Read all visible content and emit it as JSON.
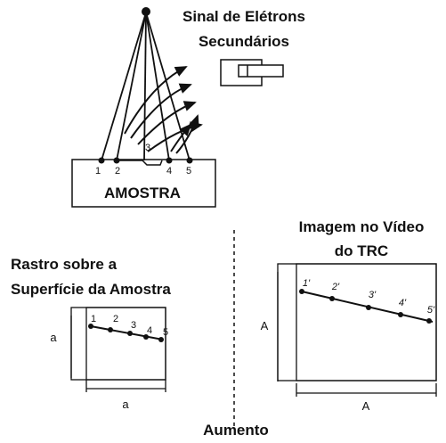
{
  "diagram": {
    "signal_title": [
      "Sinal de Elétrons",
      "Secundários"
    ],
    "sample_label": "AMOSTRA",
    "sample_points": [
      "1",
      "2",
      "3",
      "4",
      "5"
    ],
    "raster_title": [
      "Rastro sobre a",
      "Superfície da Amostra"
    ],
    "raster_points": [
      "1",
      "2",
      "3",
      "4",
      "5"
    ],
    "raster_dim": "a",
    "video_title": [
      "Imagem no Vídeo",
      "do TRC"
    ],
    "video_points": [
      "1'",
      "2'",
      "3'",
      "4'",
      "5'"
    ],
    "video_dim": "A",
    "magnification_label": "Aumento"
  }
}
